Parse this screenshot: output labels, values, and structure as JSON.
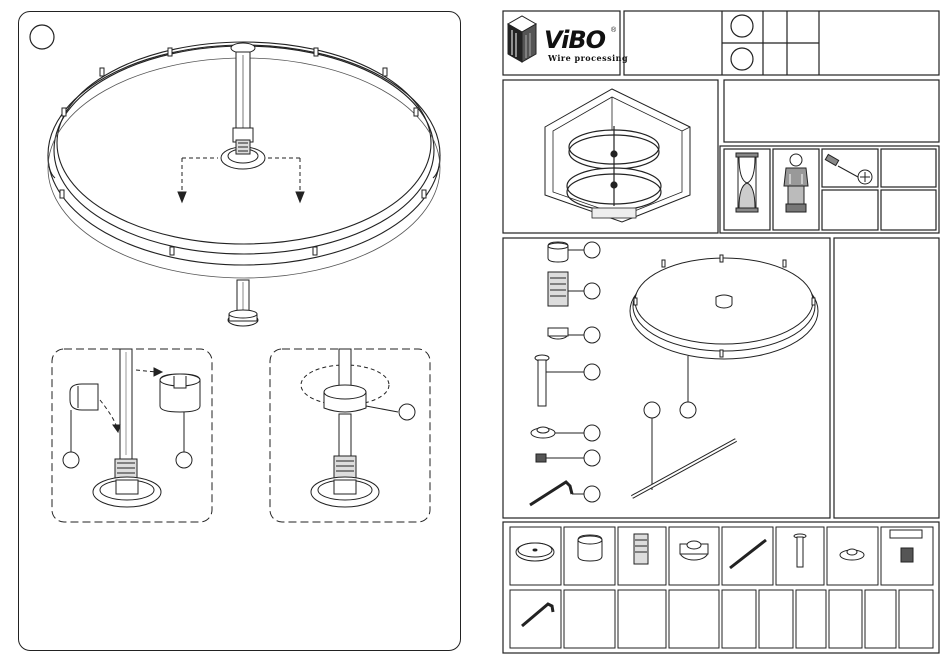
{
  "brand": {
    "name": "ViBO",
    "tagline": "Wire processing",
    "registered_mark": "®"
  },
  "panels": {
    "main_step": "assembly-main",
    "detail_a": "clip-insert-detail",
    "detail_b": "tray-seat-detail"
  },
  "icons": [
    "hourglass-icon",
    "worker-icon",
    "screwdriver-icon",
    "phillips-head-icon"
  ],
  "parts_list_count": 7,
  "parts_row_top_count": 8,
  "parts_row_bottom_count": 10
}
